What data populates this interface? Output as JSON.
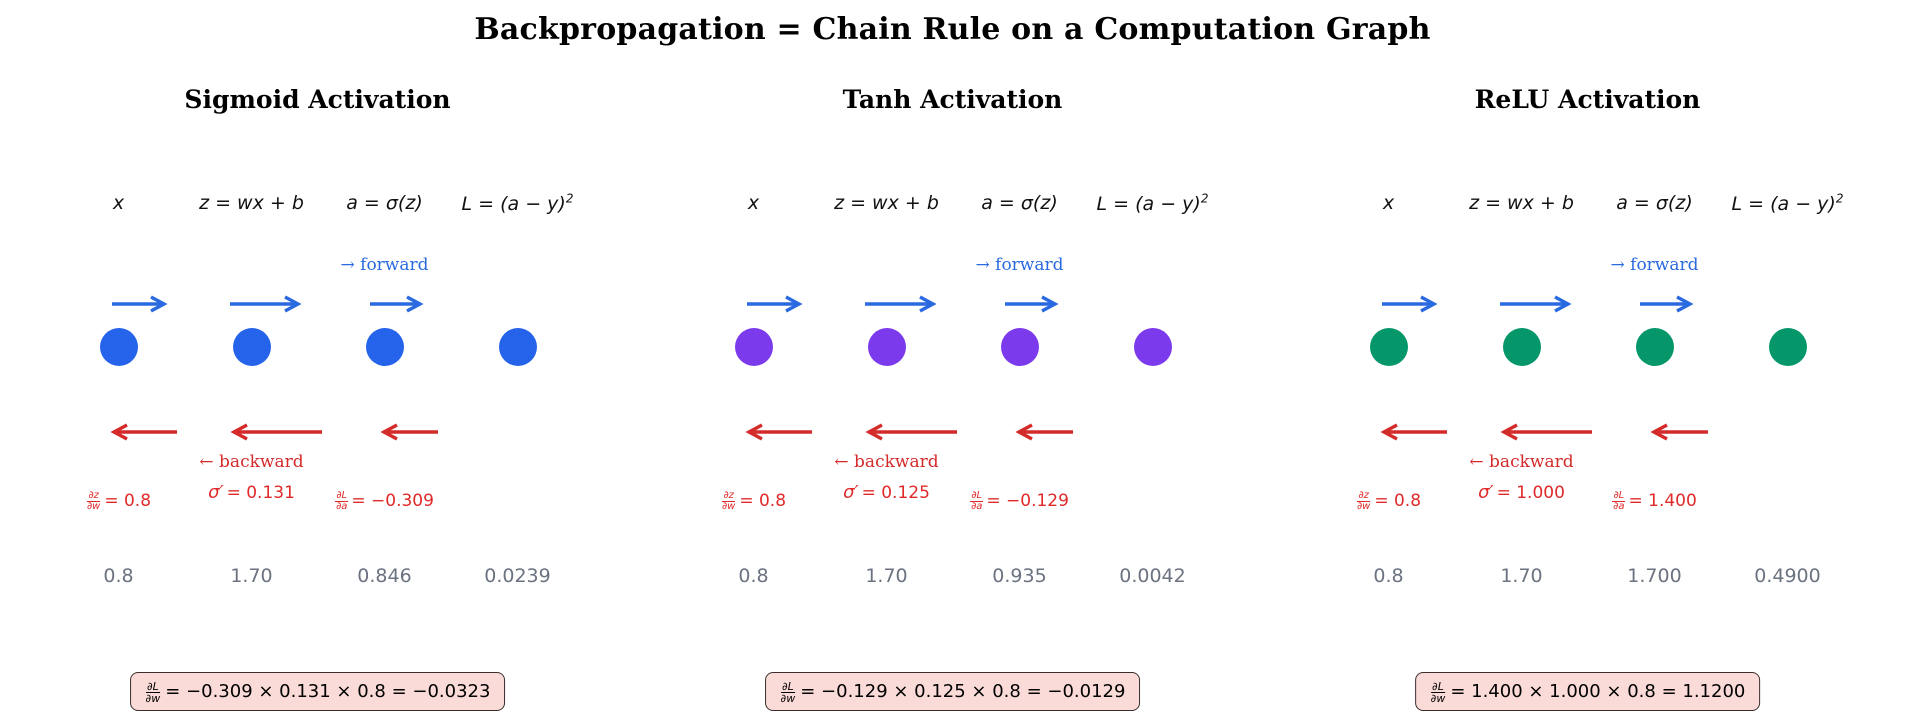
{
  "figure": {
    "title": "Backpropagation = Chain Rule on a Computation Graph",
    "background": "#ffffff"
  },
  "labels": {
    "forward": "→ forward",
    "backward": "← backward",
    "node_equations": [
      "x",
      "z = wx + b",
      "a = σ(z)",
      "L = (a − y)"
    ],
    "loss_exponent": "2",
    "grad_dz_dw_label_num": "∂z",
    "grad_dz_dw_label_den": "∂w",
    "grad_dL_da_label_num": "∂L",
    "grad_dL_da_label_den": "∂a",
    "sigma_prime_label": "σ′",
    "result_label_num": "∂L",
    "result_label_den": "∂w"
  },
  "colors": {
    "forward_arrow": "#2a6ae0",
    "backward_arrow": "#d42a2a",
    "value_text": "#6b7280",
    "box_fill": "#fadbd8",
    "box_border": "#3a2f2c",
    "sigmoid_node": "#2563eb",
    "tanh_node": "#7c3aed",
    "relu_node": "#059669"
  },
  "panels": [
    {
      "title": "Sigmoid Activation",
      "node_color": "#2563eb",
      "gradients": {
        "dz_dw": "= 0.8",
        "sigma_prime": "= 0.131",
        "dL_da": "= −0.309"
      },
      "values": [
        "0.8",
        "1.70",
        "0.846",
        "0.0239"
      ],
      "result": "= −0.309 × 0.131 × 0.8 = −0.0323"
    },
    {
      "title": "Tanh Activation",
      "node_color": "#7c3aed",
      "gradients": {
        "dz_dw": "= 0.8",
        "sigma_prime": "= 0.125",
        "dL_da": "= −0.129"
      },
      "values": [
        "0.8",
        "1.70",
        "0.935",
        "0.0042"
      ],
      "result": "= −0.129 × 0.125 × 0.8 = −0.0129"
    },
    {
      "title": "ReLU Activation",
      "node_color": "#059669",
      "gradients": {
        "dz_dw": "= 0.8",
        "sigma_prime": "= 1.000",
        "dL_da": "= 1.400"
      },
      "values": [
        "0.8",
        "1.70",
        "1.700",
        "0.4900"
      ],
      "result": "= 1.400 × 1.000 × 0.8 = 1.1200"
    }
  ],
  "chart_data": {
    "type": "diagram",
    "title": "Backpropagation = Chain Rule on a Computation Graph",
    "description": "Three computation-graph panels (Sigmoid, Tanh, ReLU) each showing 4 nodes x -> z -> a -> L with forward arrows, backward gradient arrows, local gradients and forward values.",
    "nodes": [
      "x",
      "z = wx + b",
      "a = σ(z)",
      "L = (a − y)^2"
    ],
    "series": [
      {
        "name": "Sigmoid Activation",
        "forward_values": [
          0.8,
          1.7,
          0.846,
          0.0239
        ],
        "local_gradients": {
          "dz_dw": 0.8,
          "sigma_prime": 0.131,
          "dL_da": -0.309
        },
        "dL_dw": -0.0323,
        "color": "#2563eb"
      },
      {
        "name": "Tanh Activation",
        "forward_values": [
          0.8,
          1.7,
          0.935,
          0.0042
        ],
        "local_gradients": {
          "dz_dw": 0.8,
          "sigma_prime": 0.125,
          "dL_da": -0.129
        },
        "dL_dw": -0.0129,
        "color": "#7c3aed"
      },
      {
        "name": "ReLU Activation",
        "forward_values": [
          0.8,
          1.7,
          1.7,
          0.49
        ],
        "local_gradients": {
          "dz_dw": 0.8,
          "sigma_prime": 1.0,
          "dL_da": 1.4
        },
        "dL_dw": 1.12,
        "color": "#059669"
      }
    ]
  }
}
